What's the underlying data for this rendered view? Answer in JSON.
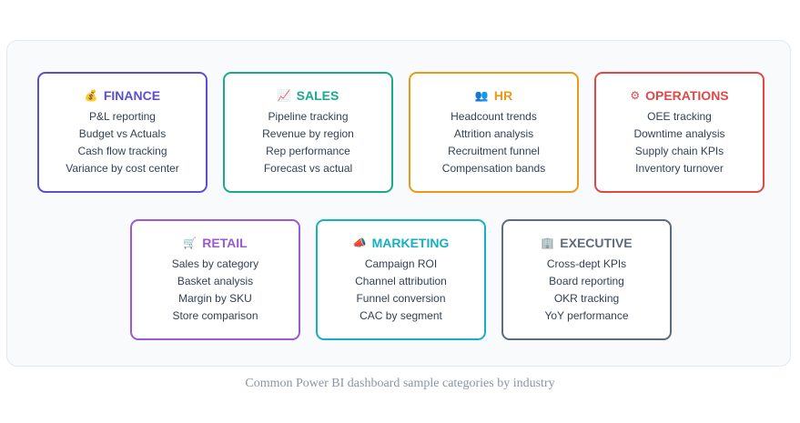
{
  "cards": [
    {
      "title": "FINANCE",
      "icon": "💰",
      "icon_name": "money-bag-icon",
      "color": "#5b4fcf",
      "items": [
        "P&L reporting",
        "Budget vs Actuals",
        "Cash flow tracking",
        "Variance by cost center"
      ]
    },
    {
      "title": "SALES",
      "icon": "📈",
      "icon_name": "chart-increasing-icon",
      "color": "#1aaa8a",
      "items": [
        "Pipeline tracking",
        "Revenue by region",
        "Rep performance",
        "Forecast vs actual"
      ]
    },
    {
      "title": "HR",
      "icon": "👥",
      "icon_name": "people-icon",
      "color": "#e89a1a",
      "items": [
        "Headcount trends",
        "Attrition analysis",
        "Recruitment funnel",
        "Compensation bands"
      ]
    },
    {
      "title": "OPERATIONS",
      "icon": "⚙",
      "icon_name": "gear-icon",
      "color": "#e04848",
      "items": [
        "OEE tracking",
        "Downtime analysis",
        "Supply chain KPIs",
        "Inventory turnover"
      ]
    },
    {
      "title": "RETAIL",
      "icon": "🛒",
      "icon_name": "shopping-cart-icon",
      "color": "#9b59d6",
      "items": [
        "Sales by category",
        "Basket analysis",
        "Margin by SKU",
        "Store comparison"
      ]
    },
    {
      "title": "MARKETING",
      "icon": "📣",
      "icon_name": "megaphone-icon",
      "color": "#15b0c4",
      "items": [
        "Campaign ROI",
        "Channel attribution",
        "Funnel conversion",
        "CAC by segment"
      ]
    },
    {
      "title": "EXECUTIVE",
      "icon": "🏢",
      "icon_name": "office-building-icon",
      "color": "#5d6b7e",
      "items": [
        "Cross-dept KPIs",
        "Board reporting",
        "OKR tracking",
        "YoY performance"
      ]
    }
  ],
  "caption": "Common Power BI dashboard sample categories by industry"
}
